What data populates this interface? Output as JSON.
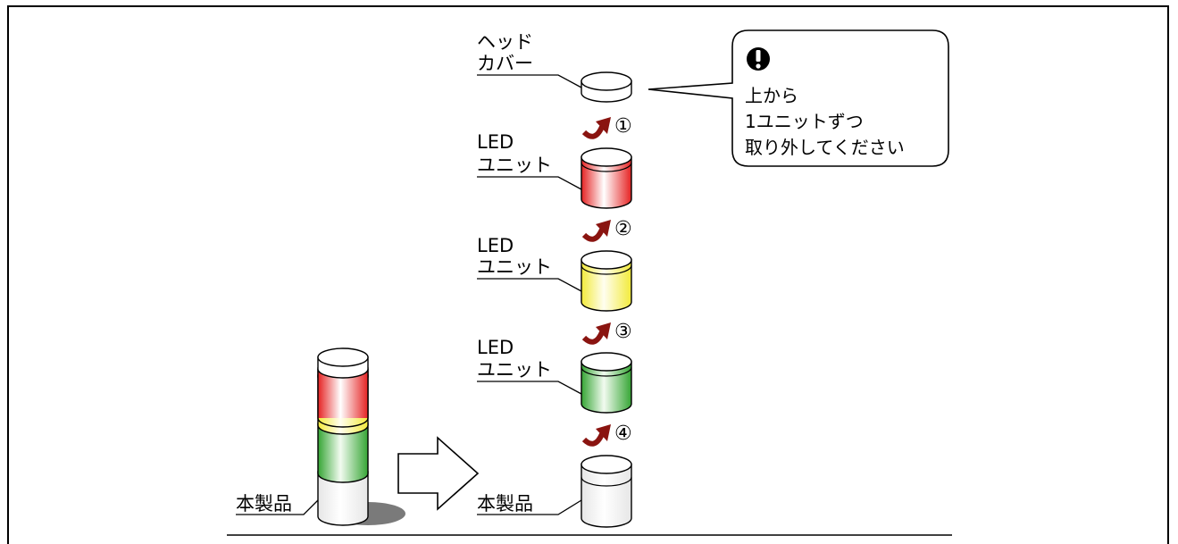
{
  "labels": {
    "head_cover_line1": "ヘッド",
    "head_cover_line2": "カバー",
    "led_unit_1_line1": "LED",
    "led_unit_1_line2": "ユニット",
    "led_unit_2_line1": "LED",
    "led_unit_2_line2": "ユニット",
    "led_unit_3_line1": "LED",
    "led_unit_3_line2": "ユニット",
    "product_left": "本製品",
    "product_right": "本製品"
  },
  "steps": [
    "①",
    "②",
    "③",
    "④"
  ],
  "callout": {
    "icon": "exclamation-icon",
    "line1": "上から",
    "line2": "1ユニットずつ",
    "line3": "取り外してください"
  },
  "colors": {
    "red": "#ee2a2a",
    "yellow": "#f4ee4a",
    "green": "#3fae3a",
    "arrow": "#8a1410",
    "shadow": "#7a7a7a"
  }
}
